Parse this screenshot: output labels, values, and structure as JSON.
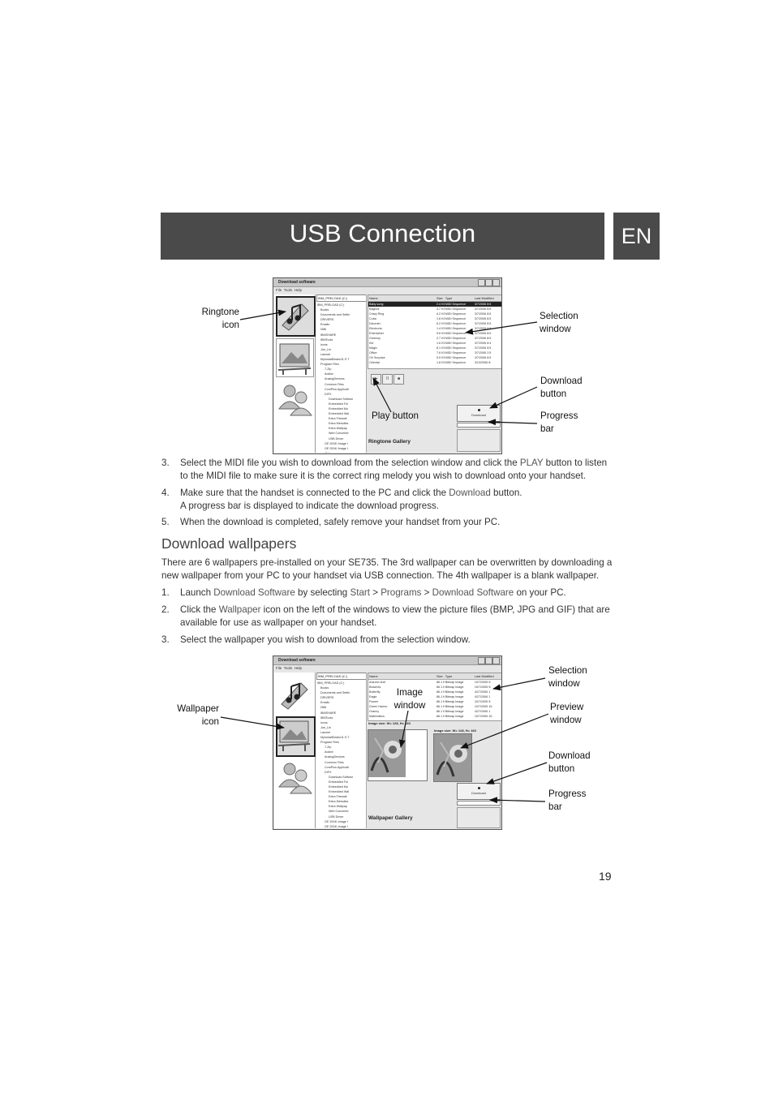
{
  "header": {
    "title": "USB Connection",
    "lang": "EN"
  },
  "figure1": {
    "window_title": "Download software",
    "menu": [
      "File",
      "Tools",
      "Help"
    ],
    "drive": "IBM_PRELOAD (C:)",
    "tree": [
      "IBM_PRELOAD (C:)",
      "Books",
      "Documents and Settin",
      "DRIVERS",
      "Emails",
      "I386",
      "IBMSHARE",
      "IBMTools",
      "icons",
      "Joe_Lin",
      "Lawnet",
      "MyInstallDeals\\11.S T",
      "Program Files",
      "7-Zip",
      "Adobe",
      "AnalogDevices",
      "Common Files",
      "ComPlus Applicati",
      "DIFX",
      "Download Softwar",
      "Embedded Fol",
      "Embedded Mu",
      "Embedded Wal",
      "Extra Firewall",
      "Extra Melodies",
      "Extra Wallpap",
      "Web Converter",
      "USB Driver",
      "GE 2004\\ Image I",
      "GE 2004\\ Image I",
      "IBM"
    ],
    "columns": [
      "Name",
      "Size",
      "Type",
      "Last Modified"
    ],
    "rows": [
      [
        "Baby song",
        "2.4 KB",
        "MIDI Sequence",
        "3/7/2006 8:5"
      ],
      [
        "Bagbox",
        "3.7 KB",
        "MIDI Sequence",
        "3/7/2006 8:5"
      ],
      [
        "Crazy Ring",
        "4.2 KB",
        "MIDI Sequence",
        "3/7/2006 8:5"
      ],
      [
        "Cuba",
        "1.8 KB",
        "MIDI Sequence",
        "3/7/2006 8:5"
      ],
      [
        "Disorder",
        "6.2 KB",
        "MIDI Sequence",
        "3/7/2006 8:5"
      ],
      [
        "Electronic",
        "1.4 KB",
        "MIDI Sequence",
        "3/7/2006 8:5"
      ],
      [
        "Entertainer",
        "9.6 KB",
        "MIDI Sequence",
        "3/7/2006 8:5"
      ],
      [
        "Greensy",
        "2.7 KB",
        "MIDI Sequence",
        "3/7/2006 8:5"
      ],
      [
        "Kid",
        "1.6 KB",
        "MIDI Sequence",
        "3/7/2006 8:4"
      ],
      [
        "Magic",
        "8.1 KB",
        "MIDI Sequence",
        "3/7/2006 8:5"
      ],
      [
        "Office",
        "7.6 KB",
        "MIDI Sequence",
        "3/7/2006 2:5"
      ],
      [
        "Oh Surprise",
        "5.5 KB",
        "MIDI Sequence",
        "3/7/2006 8:5"
      ],
      [
        "Oriental",
        "1.8 KB",
        "MIDI Sequence",
        "3/13/2006 8:"
      ]
    ],
    "controls": [
      "▶",
      "II",
      "■"
    ],
    "download_label": "Download",
    "gallery": "Ringtone Gallery"
  },
  "callouts1": {
    "ringtone_icon": [
      "Ringtone",
      "icon"
    ],
    "selection_window": [
      "Selection",
      "window"
    ],
    "download_button": [
      "Download",
      "button"
    ],
    "play_button": "Play button",
    "progress_bar": [
      "Progress",
      "bar"
    ]
  },
  "steps1": [
    {
      "num": "3.",
      "line1": {
        "pre": "Select the MIDI file you wish to download from the selection window and click the ",
        "hl": "PLAY",
        "post": " button to listen"
      },
      "line2": "to the MIDI file to make sure it is the correct ring melody you wish to download onto your handset."
    },
    {
      "num": "4.",
      "line1": {
        "pre": "Make sure that the handset is connected to the PC and click the ",
        "hl": "Download",
        "post": " button."
      },
      "line2": "A progress bar is displayed to indicate the download progress."
    },
    {
      "num": "5.",
      "line1": {
        "pre": "When the download is completed, safely remove your handset from your PC.",
        "hl": "",
        "post": ""
      },
      "line2": ""
    }
  ],
  "section": {
    "title": "Download wallpapers",
    "intro1": "There are 6 wallpapers pre-installed on your SE735. The 3rd wallpaper can be overwritten by downloading a",
    "intro2": "new wallpaper from your PC to your handset via USB connection. The 4th wallpaper is a blank wallpaper."
  },
  "steps2": {
    "s1": {
      "num": "1.",
      "t1": "Launch ",
      "h1": "Download Software",
      "t2": " by selecting ",
      "h2": "Start",
      "t3": " > ",
      "h3": "Programs",
      "t4": " > ",
      "h4": "Download Software",
      "t5": " on your PC."
    },
    "s2": {
      "num": "2.",
      "t1": "Click the ",
      "h1": "Wallpaper",
      "t2": " icon on the left of the windows to view the picture files (BMP, JPG and GIF) that are",
      "line2": "available for use as wallpaper on your handset."
    },
    "s3": {
      "num": "3.",
      "text": "Select the wallpaper you wish to download from the selection window."
    }
  },
  "figure2": {
    "window_title": "Download software",
    "menu": [
      "File",
      "Tools",
      "Help"
    ],
    "drive": "IBM_PRELOAD (C:)",
    "tree": [
      "IBM_PRELOAD (C:)",
      "Books",
      "Documents and Settin",
      "DRIVERS",
      "Emails",
      "I386",
      "IBMSHARE",
      "IBMTools",
      "icons",
      "Joe_Lin",
      "Lawnet",
      "MyInstallDeals\\11.S T",
      "Program Files",
      "7-Zip",
      "Adobe",
      "AnalogDevices",
      "Common Files",
      "ComPlus Applicati",
      "DIFX",
      "Download Softwar",
      "Embedded Fol",
      "Embedded Mu",
      "Embedded Wal",
      "Extra Firewall",
      "Extra Melodies",
      "Extra Wallpap",
      "Web Converter",
      "USB Driver",
      "GE 2004\\ Image I",
      "GE 2004\\ Image I",
      "IBM"
    ],
    "columns": [
      "Name",
      "Size",
      "Type",
      "Last Modified"
    ],
    "rows": [
      [
        "Autumn leaf",
        "86.1 KB",
        "Bitmap Image",
        "10/7/2005 9:"
      ],
      [
        "Beaches",
        "86.1 KB",
        "Bitmap Image",
        "10/7/2005 9:"
      ],
      [
        "Butterfly",
        "86.1 KB",
        "Bitmap Image",
        "4/27/2006 1"
      ],
      [
        "Eagle",
        "86.1 KB",
        "Bitmap Image",
        "4/27/2006 1"
      ],
      [
        "Flower",
        "86.1 KB",
        "Bitmap Image",
        "10/7/2005 9:"
      ],
      [
        "Green Harmo",
        "86.1 KB",
        "Bitmap Image",
        "10/7/2005 10:"
      ],
      [
        "Granny",
        "86.1 KB",
        "Bitmap Image",
        "4/27/2006 1"
      ],
      [
        "Mathmatics",
        "86.1 KB",
        "Bitmap Image",
        "10/7/2005 10:"
      ]
    ],
    "image_size": "Image size: W= 128, H= 160",
    "download_label": "Download",
    "gallery": "Wallpaper Gallery"
  },
  "callouts2": {
    "wallpaper_icon": [
      "Wallpaper",
      "icon"
    ],
    "image_window": [
      "Image",
      "window"
    ],
    "selection_window": [
      "Selection",
      "window"
    ],
    "preview_window": [
      "Preview",
      "window"
    ],
    "download_button": [
      "Download",
      "button"
    ],
    "progress_bar": [
      "Progress",
      "bar"
    ]
  },
  "page_number": "19"
}
